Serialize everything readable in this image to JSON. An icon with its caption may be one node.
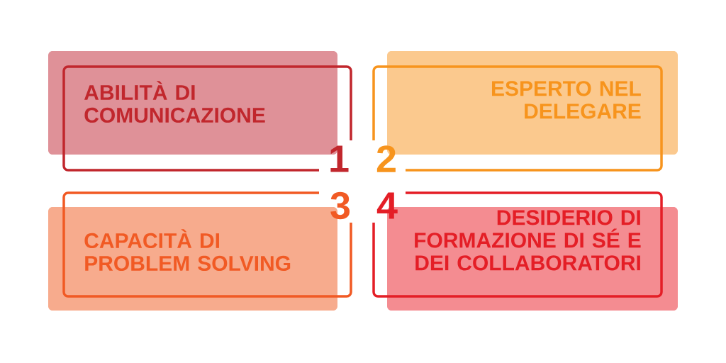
{
  "diagram": {
    "nodes": [
      {
        "text": [
          "ABILITÀ DI COMUNICAZIONE",
          "1"
        ]
      },
      {
        "text": [
          "ESPERTO NEL DELEGARE",
          "2"
        ]
      },
      {
        "text": [
          "CAPACITÀ DI PROBLEM SOLVING",
          "3"
        ]
      },
      {
        "text": [
          "DESIDERIO DI FORMAZIONE DI SÉ E DEI COLLABORATORI",
          "4"
        ]
      }
    ]
  }
}
